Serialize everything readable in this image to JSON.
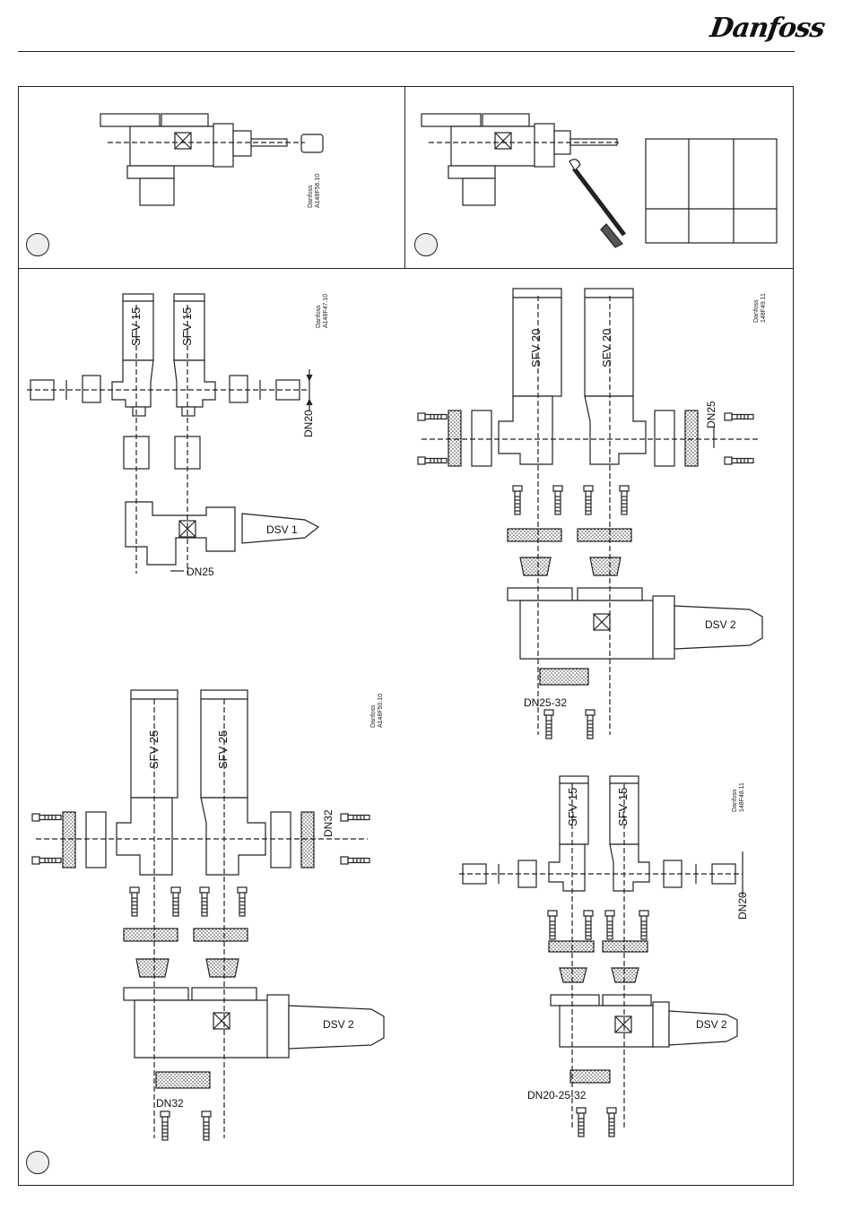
{
  "brand": {
    "logo_text": "Danfoss"
  },
  "panel1": {
    "code": "Danfoss\nA148F56.10"
  },
  "panel2": {
    "code": ""
  },
  "panel3": {
    "code": "Danfoss\nA148F47.10",
    "sfv_left": "SFV 15",
    "sfv_right": "SFV 15",
    "dn_side": "DN20",
    "dn_bottom": "DN25",
    "dsv": "DSV 1"
  },
  "panel4": {
    "code": "Danfoss\n148F49.11",
    "sfv_left": "SFV 20",
    "sfv_right": "SFV 20",
    "dn_side": "DN25",
    "dn_bottom": "DN25-32",
    "dsv": "DSV 2"
  },
  "panel5": {
    "code": "Danfoss\nA148F50.10",
    "sfv_left": "SFV 25",
    "sfv_right": "SFV 25",
    "dn_side": "DN32",
    "dn_bottom": "DN32",
    "dsv": "DSV 2"
  },
  "panel6": {
    "code": "Danfoss\n148F48.11",
    "sfv_left": "SFV 15",
    "sfv_right": "SFV 15",
    "dn_side": "DN20",
    "dn_bottom": "DN20-25-32",
    "dsv": "DSV 2"
  },
  "colors": {
    "line": "#222222",
    "fill_light": "#e6e6e6",
    "fill_mid": "#bdbdbd"
  }
}
